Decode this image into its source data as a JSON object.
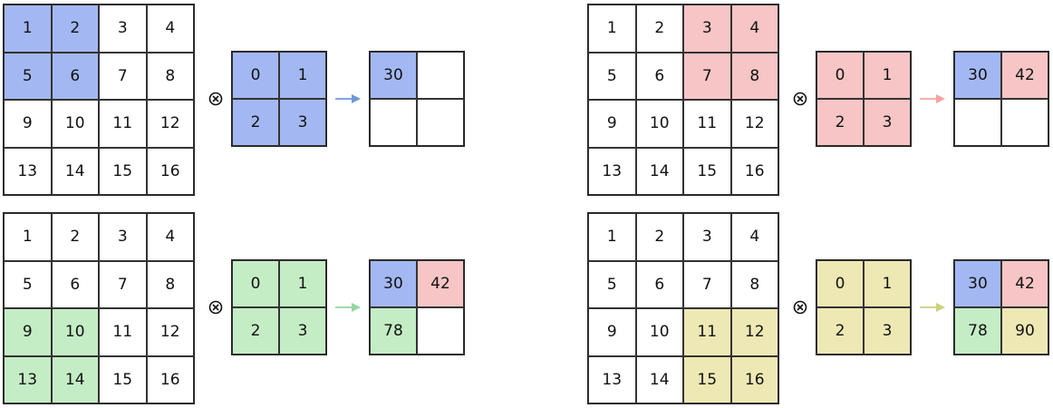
{
  "colors": {
    "blue": "#a3b8f3",
    "red": "#f7c5c5",
    "green": "#c5edc5",
    "yellow": "#eee8b4",
    "arrow_blue": "#6f98d4",
    "arrow_red": "#f2a3a3",
    "arrow_green": "#95d6a0",
    "arrow_yellow": "#cfd17a"
  },
  "input_values": [
    "1",
    "2",
    "3",
    "4",
    "5",
    "6",
    "7",
    "8",
    "9",
    "10",
    "11",
    "12",
    "13",
    "14",
    "15",
    "16"
  ],
  "kernel_values": [
    "0",
    "1",
    "2",
    "3"
  ],
  "output_values": [
    "30",
    "42",
    "78",
    "90"
  ],
  "operator_symbol": "⊗",
  "panels": [
    {
      "window": [
        0,
        1,
        4,
        5
      ],
      "color": "blue",
      "output_filled": 1
    },
    {
      "window": [
        2,
        3,
        6,
        7
      ],
      "color": "red",
      "output_filled": 2
    },
    {
      "window": [
        8,
        9,
        12,
        13
      ],
      "color": "green",
      "output_filled": 3
    },
    {
      "window": [
        10,
        11,
        14,
        15
      ],
      "color": "yellow",
      "output_filled": 4
    }
  ]
}
